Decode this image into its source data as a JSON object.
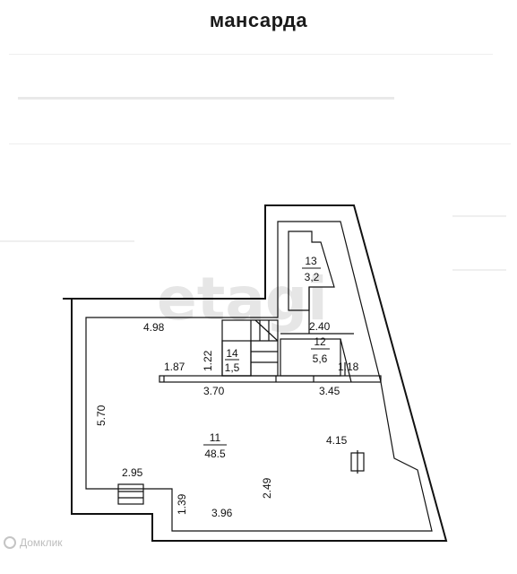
{
  "title": "мансарда",
  "watermark": "etagi",
  "footer_brand": "Домклик",
  "rooms": [
    {
      "id": "11",
      "area": "48.5"
    },
    {
      "id": "12",
      "area": "5,6"
    },
    {
      "id": "13",
      "area": "3,2"
    },
    {
      "id": "14",
      "area": "1,5"
    }
  ],
  "dimensions": {
    "d_498": "4.98",
    "d_570": "5.70",
    "d_187": "1.87",
    "d_122": "1.22",
    "d_370": "3.70",
    "d_240": "2.40",
    "d_118": "1.18",
    "d_345": "3.45",
    "d_415": "4.15",
    "d_295": "2.95",
    "d_249": "2.49",
    "d_139": "1.39",
    "d_396": "3.96"
  },
  "colors": {
    "line": "#111111",
    "watermark": "#e6e6e6",
    "background": "#ffffff"
  }
}
